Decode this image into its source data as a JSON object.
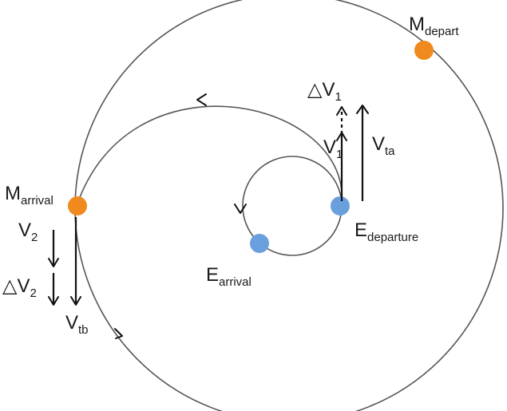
{
  "labels": {
    "m_depart": {
      "main": "M",
      "sub": "depart"
    },
    "m_arrival": {
      "main": "M",
      "sub": "arrival"
    },
    "e_departure": {
      "main": "E",
      "sub": "departure"
    },
    "e_arrival": {
      "main": "E",
      "sub": "arrival"
    },
    "delta_v1": {
      "main": "△V",
      "sub": "1"
    },
    "v1": {
      "main": "V",
      "sub": "1"
    },
    "vta": {
      "main": "V",
      "sub": "ta"
    },
    "v2": {
      "main": "V",
      "sub": "2"
    },
    "delta_v2": {
      "main": "△V",
      "sub": "2"
    },
    "vtb": {
      "main": "V",
      "sub": "tb"
    }
  },
  "colors": {
    "mars": "#f08a1e",
    "earth": "#6a9fde",
    "orbit": "#555555",
    "vector": "#111111"
  }
}
